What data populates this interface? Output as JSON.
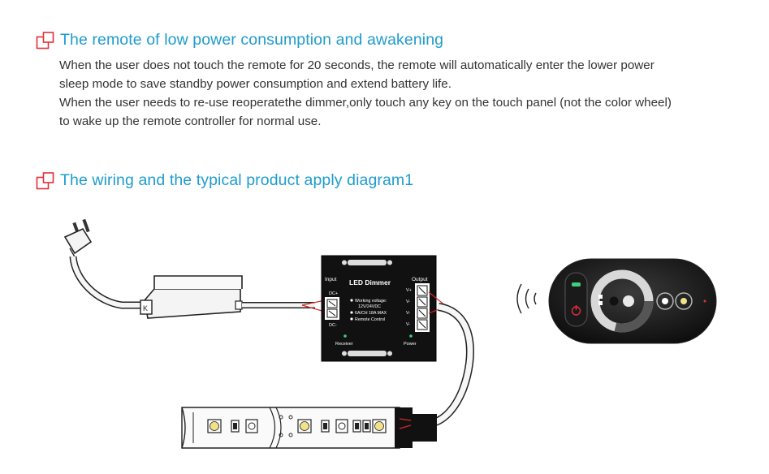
{
  "section1": {
    "title": "The remote of low power consumption and awakening",
    "lines": [
      "When the user  does not touch the  remote  for 20  seconds, the remote will automatically enter the lower power",
      "sleep mode to save standby power consumption and extend battery life.",
      "When the user needs to re-use reoperatethe dimmer,only touch any key on the touch panel (not the color wheel)",
      "to wake up the remote controller for normal use."
    ]
  },
  "section2": {
    "title": "The wiring and the typical product apply diagram1"
  },
  "dimmer": {
    "title": "LED Dimmer",
    "input_label": "Input",
    "output_label": "Output",
    "dc_plus": "DC+",
    "dc_minus": "DC-",
    "spec1": "Working voltage:",
    "spec1b": "12V/24VDC",
    "spec2": "6A/CH 18A MAX",
    "spec3": "Remote Control",
    "receiver_label": "Receiver",
    "power_label": "Power",
    "v_plus": "V+",
    "v_minus": "V-"
  },
  "colors": {
    "heading": "#1f9ccd",
    "icon": "#e0303a",
    "body_text": "#333333",
    "wire_red": "#d42a2a",
    "device": "#111111"
  },
  "icons": {
    "heading_icon": "overlapping-squares-icon",
    "signal_icon": "wireless-signal-icon"
  }
}
